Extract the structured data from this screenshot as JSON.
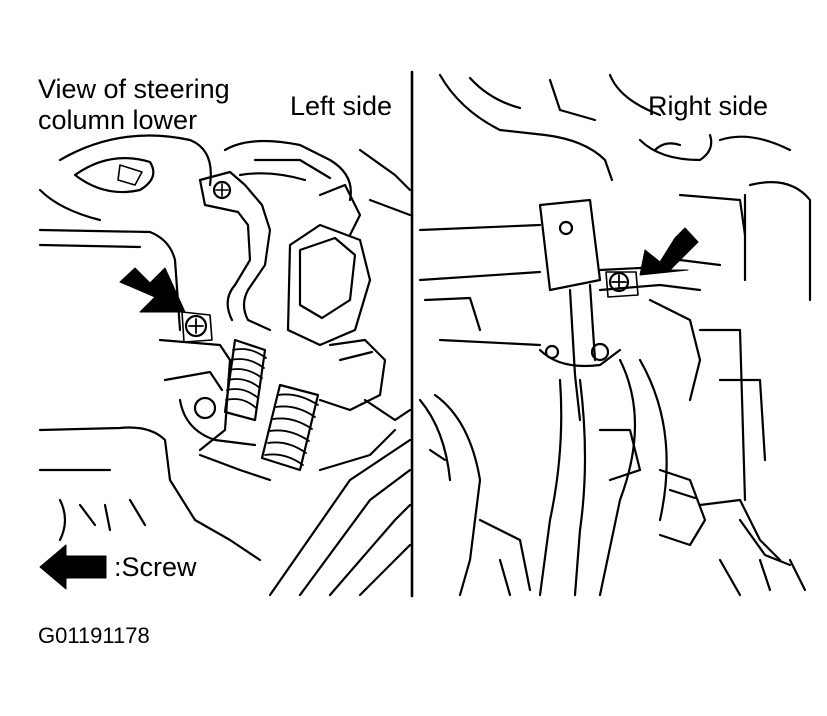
{
  "diagram": {
    "title_line1": "View of steering",
    "title_line2": "column lower",
    "left_panel_label": "Left side",
    "right_panel_label": "Right side",
    "legend_label": ":Screw",
    "figure_id": "G01191178",
    "icons": [
      "arrow-left-icon",
      "screw-icon"
    ],
    "colors": {
      "ink": "#000000",
      "paper": "#ffffff"
    }
  }
}
